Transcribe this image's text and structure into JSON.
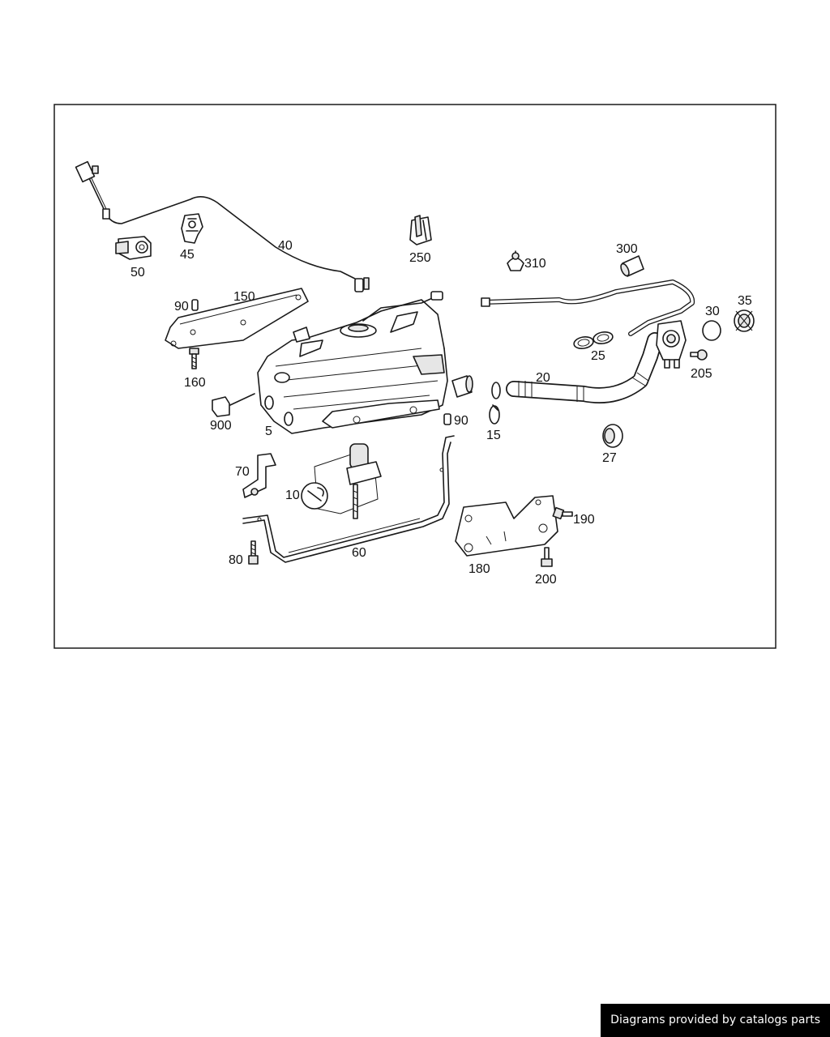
{
  "diagram": {
    "labels": {
      "p5": "5",
      "p10": "10",
      "p15": "15",
      "p20": "20",
      "p25": "25",
      "p27": "27",
      "p30": "30",
      "p35": "35",
      "p40": "40",
      "p45": "45",
      "p50": "50",
      "p60": "60",
      "p70": "70",
      "p80": "80",
      "p90a": "90",
      "p90b": "90",
      "p150": "150",
      "p160": "160",
      "p180": "180",
      "p190": "190",
      "p200": "200",
      "p205": "205",
      "p250": "250",
      "p300": "300",
      "p310": "310",
      "p900": "900"
    }
  },
  "footer": {
    "credit": "Diagrams provided by catalogs parts"
  }
}
